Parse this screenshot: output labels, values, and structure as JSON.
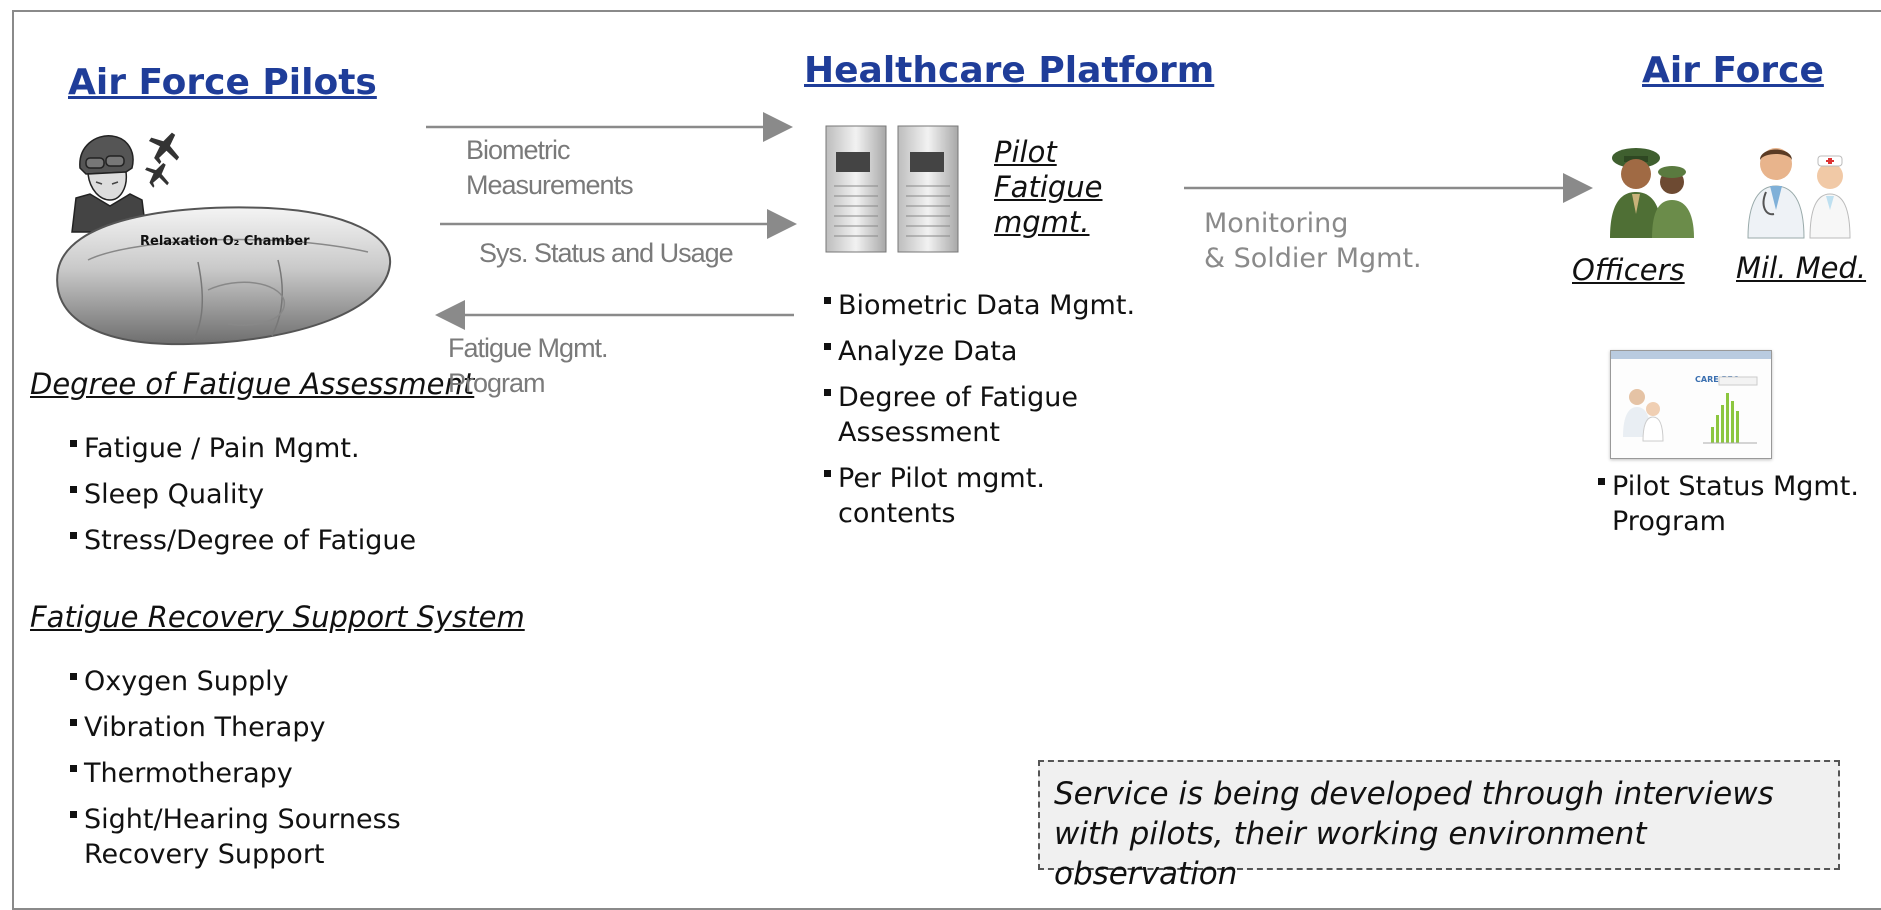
{
  "pilots": {
    "title": "Air Force Pilots",
    "chamber_label": "Relaxation O₂ Chamber",
    "assessment_heading": "Degree of Fatigue Assessment",
    "assessment_items": [
      "Fatigue / Pain Mgmt.",
      "Sleep Quality",
      "Stress/Degree of Fatigue"
    ],
    "recovery_heading": "Fatigue Recovery Support System",
    "recovery_items": [
      "Oxygen Supply",
      "Vibration Therapy",
      "Thermotherapy",
      "Sight/Hearing Sourness Recovery Support"
    ]
  },
  "arrows": {
    "biometric_line1": "Biometric",
    "biometric_line2": "Measurements",
    "status": "Sys. Status and Usage",
    "program_line1": "Fatigue Mgmt.",
    "program_line2": "Program",
    "monitoring_line1": "Monitoring",
    "monitoring_line2": "& Soldier Mgmt."
  },
  "platform": {
    "title": "Healthcare Platform",
    "label_line1": "Pilot",
    "label_line2": "Fatigue",
    "label_line3": "mgmt.",
    "items": [
      "Biometric Data Mgmt.",
      "Analyze Data",
      "Degree of Fatigue Assessment",
      "Per Pilot mgmt. contents"
    ]
  },
  "airforce": {
    "title": "Air Force",
    "officers_label": "Officers",
    "medical_label": "Mil. Med.",
    "screenshot_brand": "CARE PEC",
    "program_item": "Pilot Status Mgmt. Program"
  },
  "note": {
    "text": "Service is being developed through interviews with pilots, their working environment observation"
  },
  "colors": {
    "title_blue": "#1f3d99",
    "arrow_gray": "#8a8a8a",
    "label_gray": "#7a7a7a"
  }
}
